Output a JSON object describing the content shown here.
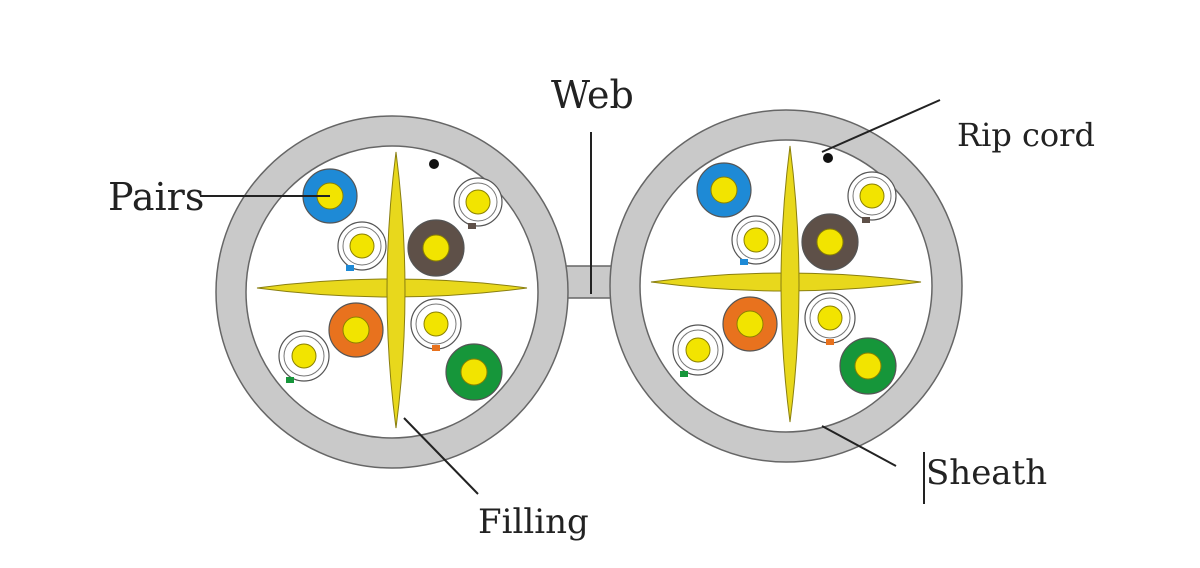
{
  "labels": {
    "web": "Web",
    "rip_cord": "Rip cord",
    "pairs": "Pairs",
    "filling": "Filling",
    "sheath": "Sheath"
  },
  "colors": {
    "sheath": "#c9c9c9",
    "sheath_outline": "#666666",
    "filling": "#e8d81c",
    "conductor": "#f2e400",
    "pair_blue": "#1e8ad6",
    "pair_brown": "#5e5048",
    "pair_orange": "#e8721e",
    "pair_green": "#16963a",
    "pair_white": "#ffffff",
    "rip_cord": "#111111",
    "leader_line": "#222222"
  },
  "cables": [
    "left-cable",
    "right-cable"
  ],
  "pairs": [
    {
      "name": "blue-pair",
      "color": "pair_blue",
      "tracer": ""
    },
    {
      "name": "blue-white-pair",
      "color": "pair_white",
      "tracer": "pair_blue"
    },
    {
      "name": "brown-pair",
      "color": "pair_brown",
      "tracer": ""
    },
    {
      "name": "brown-white-pair",
      "color": "pair_white",
      "tracer": "pair_brown"
    },
    {
      "name": "orange-pair",
      "color": "pair_orange",
      "tracer": ""
    },
    {
      "name": "orange-white-pair",
      "color": "pair_white",
      "tracer": "pair_orange"
    },
    {
      "name": "green-pair",
      "color": "pair_green",
      "tracer": ""
    },
    {
      "name": "green-white-pair",
      "color": "pair_white",
      "tracer": "pair_green"
    }
  ]
}
